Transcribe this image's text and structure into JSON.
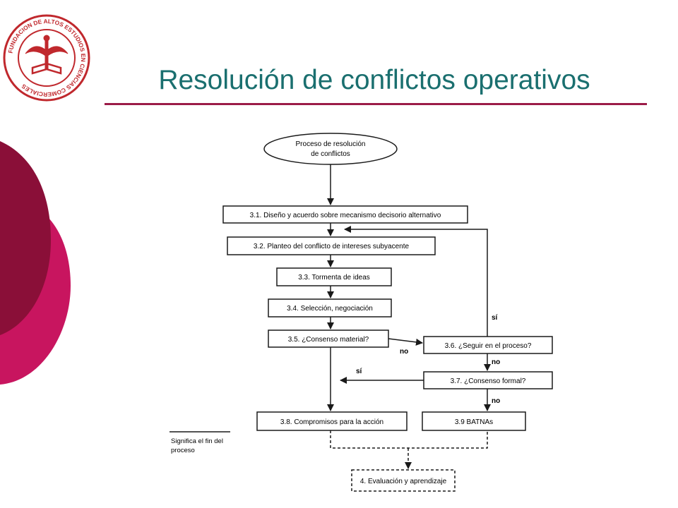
{
  "slide": {
    "title": "Resolución de conflictos operativos",
    "colors": {
      "title": "#1a6f6f",
      "accent": "#9b1b47",
      "pink": "#c8155f",
      "dark_red": "#8a0f38"
    }
  },
  "logo": {
    "ring_text": "FUNDACION DE ALTOS ESTUDIOS EN CIENCIAS COMERCIALES",
    "icon": "caduceus-book-icon"
  },
  "diagram": {
    "start": {
      "line1": "Proceso de resolución",
      "line2": "de conflictos"
    },
    "steps": {
      "s31": "3.1. Diseño y acuerdo sobre mecanismo decisorio alternativo",
      "s32": "3.2. Planteo del conflicto de intereses subyacente",
      "s33": "3.3. Tormenta de ideas",
      "s34": "3.4. Selección, negociación",
      "s35": "3.5. ¿Consenso material?",
      "s36": "3.6. ¿Seguir en el proceso?",
      "s37": "3.7. ¿Consenso formal?",
      "s38": "3.8. Compromisos para la acción",
      "s39": "3.9 BATNAs",
      "s4": "4. Evaluación y aprendizaje"
    },
    "labels": {
      "si_loop": "sí",
      "no_35": "no",
      "no_36": "no",
      "si_37": "sí",
      "no_37": "no"
    },
    "legend": {
      "line1": "Significa el fin del",
      "line2": "proceso"
    }
  }
}
